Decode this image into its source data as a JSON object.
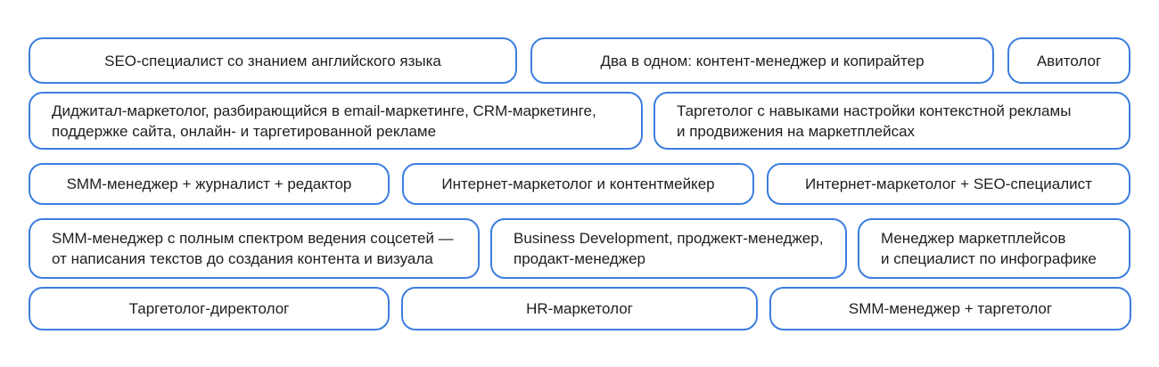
{
  "palette": {
    "border_blue": "#3b7de0",
    "text": "#1e1e1e",
    "background": "#ffffff"
  },
  "board": {
    "rows": [
      {
        "pills": [
          {
            "label": "SEO-специалист со знанием английского языка"
          },
          {
            "label": "Два в одном: контент-менеджер и копирайтер"
          },
          {
            "label": "Авитолог"
          }
        ]
      },
      {
        "pills": [
          {
            "label": "Диджитал-маркетолог, разбирающийся в email-маркетинге, CRM-маркетинге,\nподдержке сайта, онлайн- и таргетированной рекламе"
          },
          {
            "label": "Таргетолог с навыками настройки контекстной рекламы\nи продвижения на маркетплейсах"
          }
        ]
      },
      {
        "pills": [
          {
            "label": "SMM-менеджер + журналист + редактор"
          },
          {
            "label": "Интернет-маркетолог и контентмейкер"
          },
          {
            "label": "Интернет-маркетолог + SEO-специалист"
          }
        ]
      },
      {
        "pills": [
          {
            "label": "SMM-менеджер с полным спектром ведения соцсетей —\nот написания текстов до создания контента и визуала"
          },
          {
            "label": "Business Development, проджект-менеджер,\nпродакт-менеджер"
          },
          {
            "label": "Менеджер маркетплейсов\nи специалист по инфографике"
          }
        ]
      },
      {
        "pills": [
          {
            "label": "Таргетолог-директолог"
          },
          {
            "label": "HR-маркетолог"
          },
          {
            "label": "SMM-менеджер + таргетолог"
          }
        ]
      }
    ]
  }
}
